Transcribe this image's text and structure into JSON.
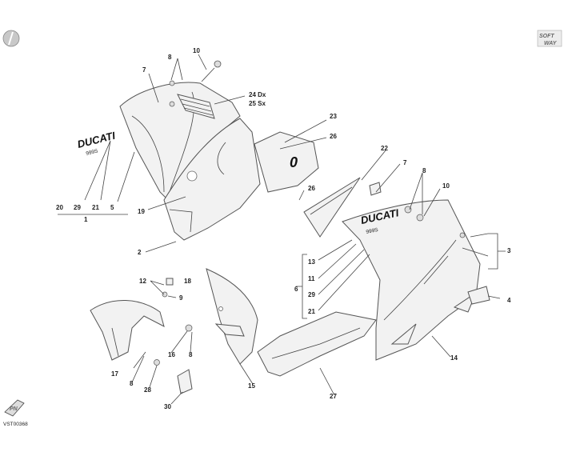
{
  "brand": {
    "decal_text": "DUCATI",
    "decal_sub": "999S",
    "badge_top": "SOFT",
    "badge_bottom": "WAY",
    "corner_logo": "PN"
  },
  "diagram_code": "VST00368",
  "callouts": [
    "1",
    "2",
    "3",
    "4",
    "5",
    "6",
    "7",
    "8",
    "9",
    "10",
    "11",
    "12",
    "13",
    "14",
    "15",
    "16",
    "17",
    "18",
    "19",
    "20",
    "21",
    "22",
    "23",
    "24 Dx",
    "25 Sx",
    "26",
    "27",
    "28",
    "29",
    "30"
  ]
}
